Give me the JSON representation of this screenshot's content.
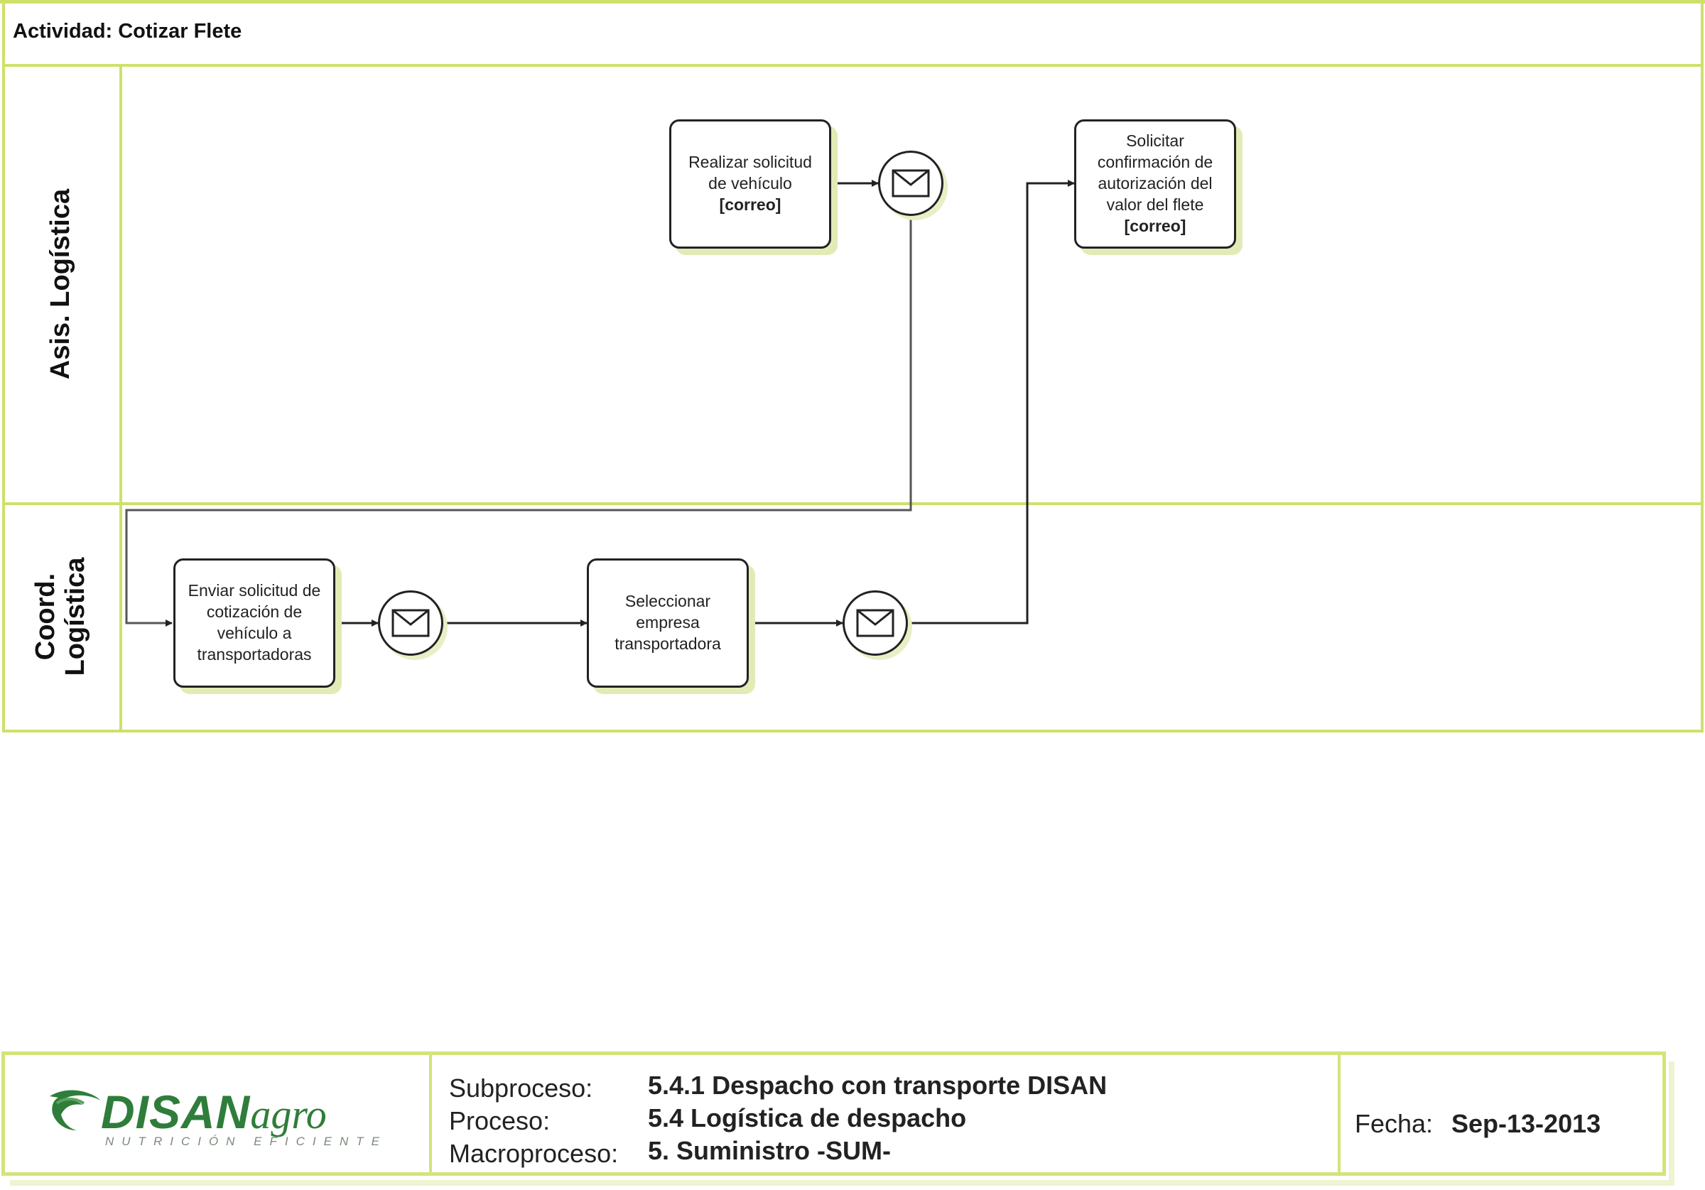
{
  "activity": {
    "prefix": "Actividad:",
    "name": "Cotizar Flete",
    "title": "Actividad: Cotizar Flete"
  },
  "lanes": [
    {
      "label": "Asis. Logística"
    },
    {
      "label_line1": "Coord.",
      "label_line2": "Logística"
    }
  ],
  "tasks": {
    "realizar": {
      "lines": [
        "Realizar solicitud",
        "de vehículo"
      ],
      "tag": "[correo]"
    },
    "solicitar": {
      "lines": [
        "Solicitar",
        "confirmación de",
        "autorización del",
        "valor del flete"
      ],
      "tag": "[correo]"
    },
    "enviar": {
      "lines": [
        "Enviar solicitud de",
        "cotización de",
        "vehículo a",
        "transportadoras"
      ]
    },
    "seleccionar": {
      "lines": [
        "Seleccionar",
        "empresa",
        "transportadora"
      ]
    }
  },
  "events": {
    "icon": "envelope-icon"
  },
  "footer": {
    "logo": {
      "brand": "DISAN",
      "suffix": "agro",
      "tagline": "NUTRICIÓN EFICIENTE"
    },
    "subproceso_label": "Subproceso:",
    "subproceso_value": "5.4.1 Despacho con transporte DISAN",
    "proceso_label": "Proceso:",
    "proceso_value": "5.4 Logística de despacho",
    "macroproceso_label": "Macroproceso:",
    "macroproceso_value": "5. Suministro -SUM-",
    "fecha_label": "Fecha:",
    "fecha_value": "Sep-13-2013"
  },
  "colors": {
    "frame": "#cfe06a",
    "brand_green": "#2f7d3a",
    "stroke": "#222222"
  }
}
